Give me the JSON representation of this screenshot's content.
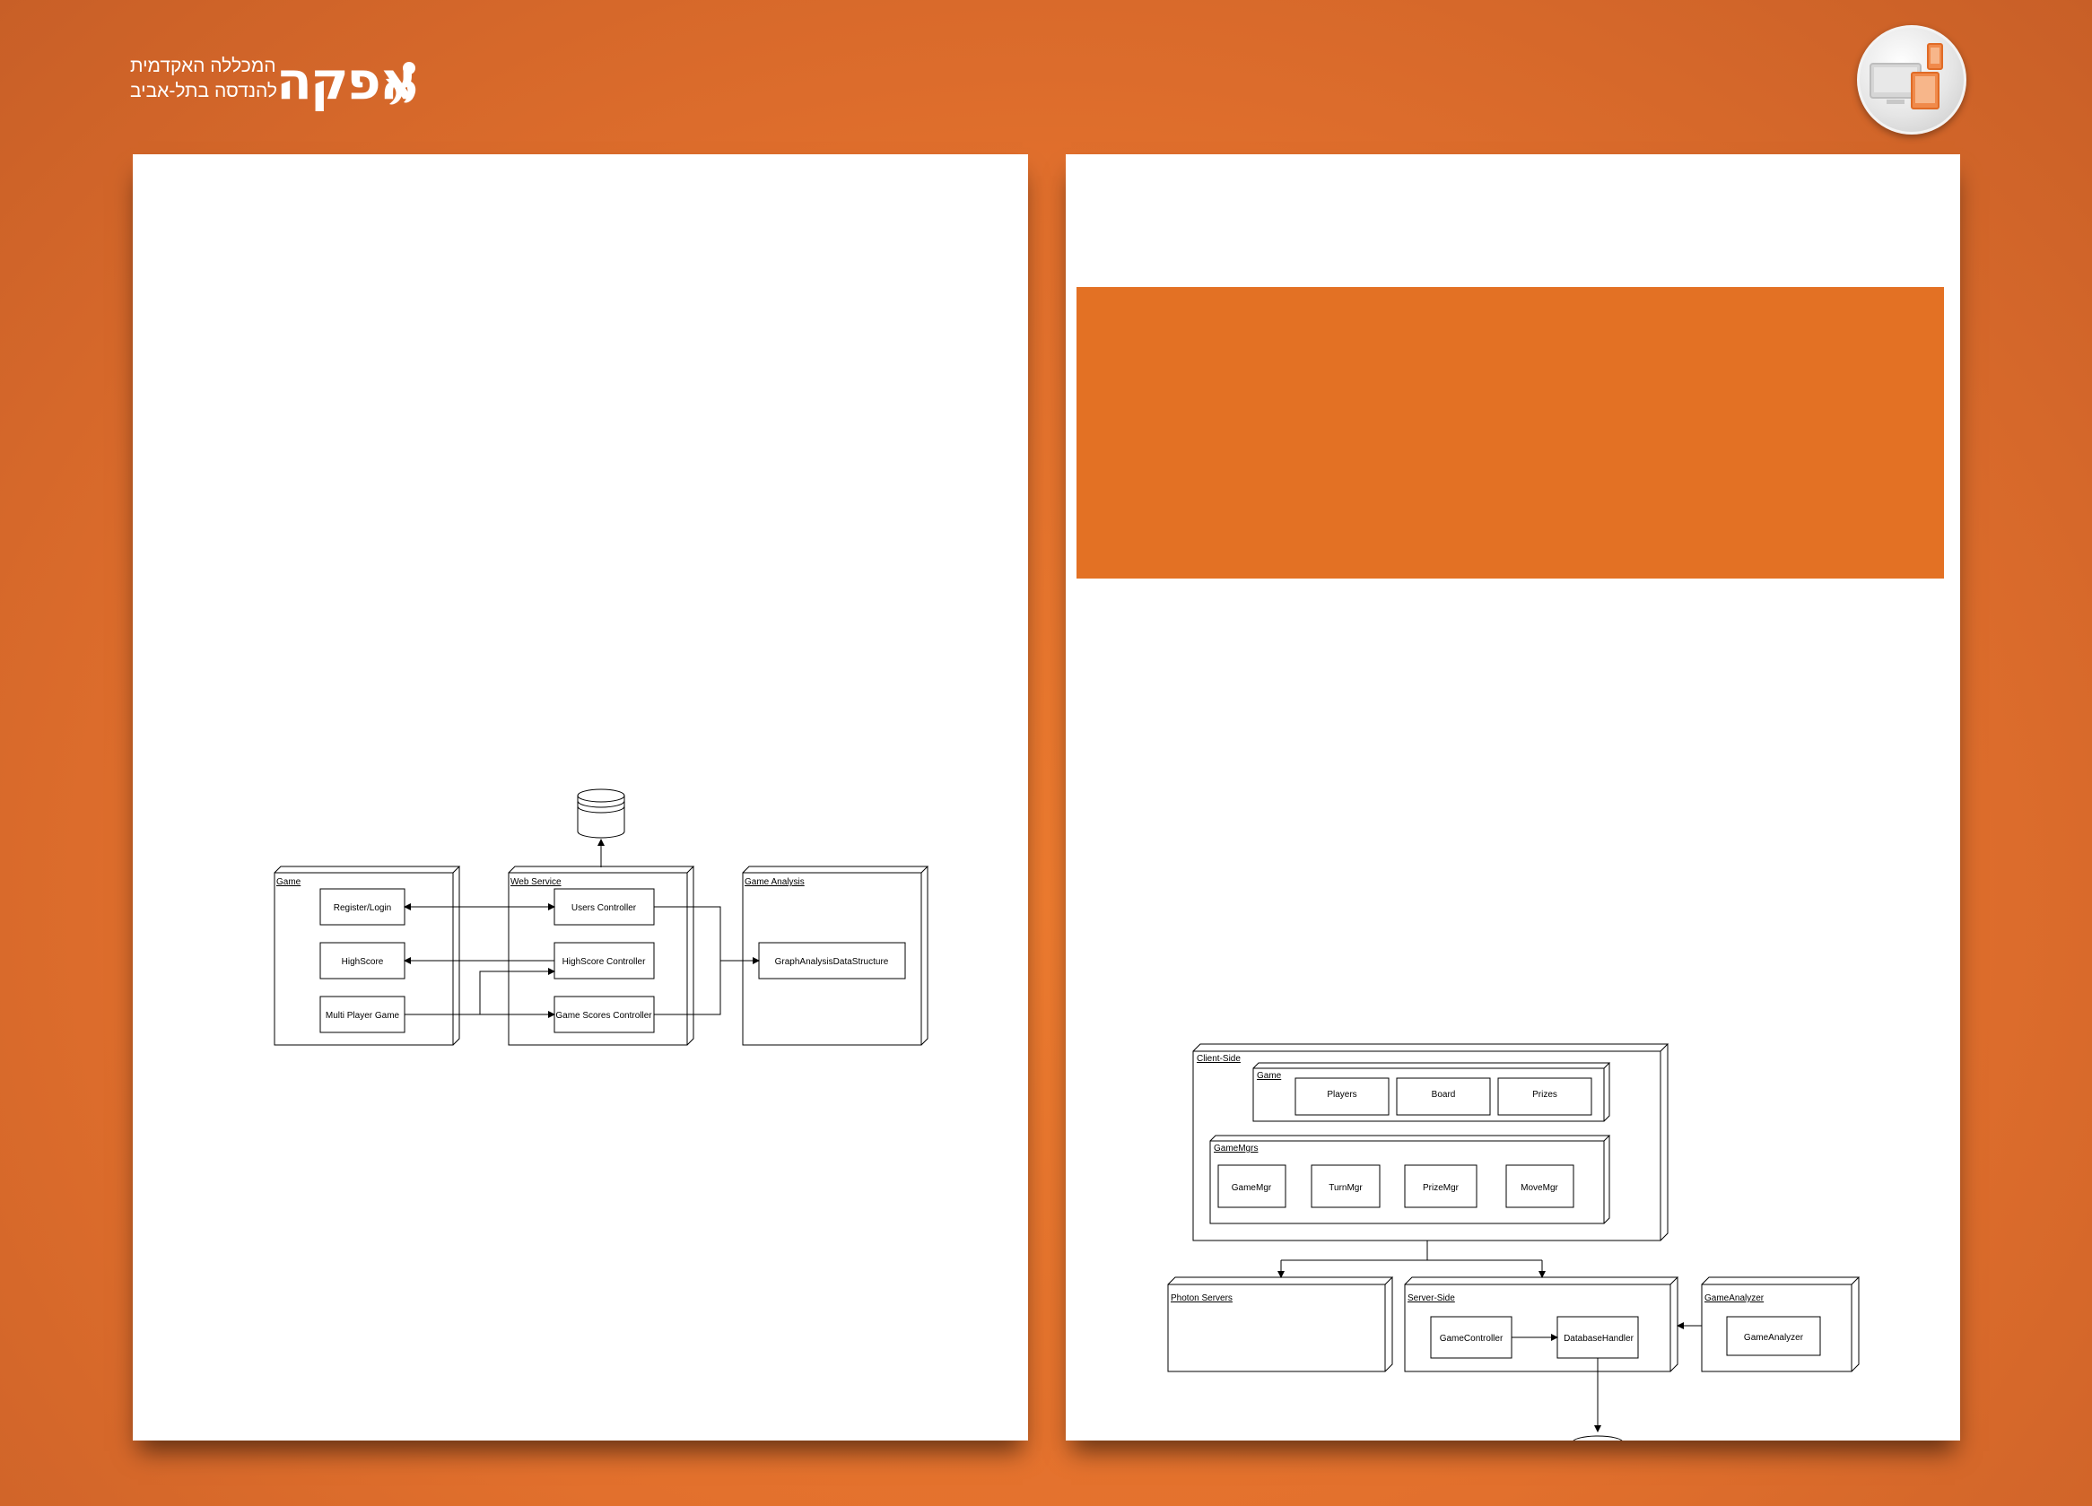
{
  "logo": {
    "line1": "המכללה האקדמית",
    "line2": "להנדסה בתל-אביב",
    "brand": "אפקה"
  },
  "colors": {
    "background": "#e2702d",
    "panel": "#ffffff",
    "highlight_box": "#e37124",
    "diagram_line": "#000000"
  },
  "left_diagram": {
    "nodes": [
      {
        "title": "Game",
        "components": [
          "Register/Login",
          "HighScore",
          "Multi Player Game"
        ]
      },
      {
        "title": "Web Service",
        "components": [
          "Users Controller",
          "HighScore Controller",
          "Game Scores Controller"
        ]
      },
      {
        "title": "Game Analysis",
        "components": [
          "GraphAnalysisDataStructure"
        ]
      }
    ],
    "database": "database-cylinder"
  },
  "right_diagram": {
    "client_side": {
      "title": "Client-Side",
      "game": {
        "title": "Game",
        "components": [
          "Players",
          "Board",
          "Prizes"
        ]
      },
      "game_mgrs": {
        "title": "GameMgrs",
        "components": [
          "GameMgr",
          "TurnMgr",
          "PrizeMgr",
          "MoveMgr"
        ]
      }
    },
    "photon": {
      "title": "Photon Servers"
    },
    "server_side": {
      "title": "Server-Side",
      "components": [
        "GameController",
        "DatabaseHandler"
      ]
    },
    "analyzer": {
      "title": "GameAnalyzer",
      "components": [
        "GameAnalyzer"
      ]
    },
    "database": "database-cylinder"
  }
}
